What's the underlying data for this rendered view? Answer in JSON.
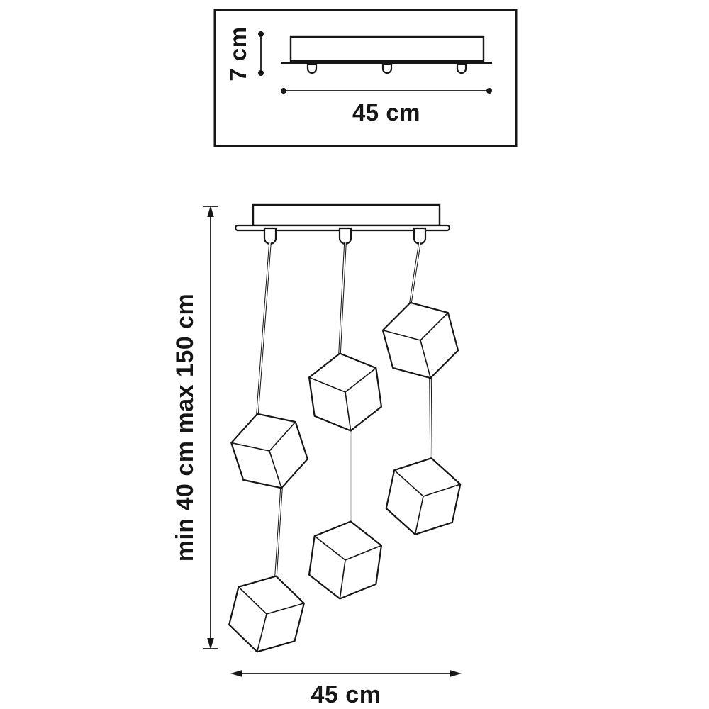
{
  "inset": {
    "height_label": "7 cm",
    "width_label": "45 cm"
  },
  "main": {
    "height_label": "min 40 cm max 150 cm",
    "width_label": "45 cm"
  },
  "colors": {
    "line": "#161616",
    "background": "#ffffff"
  }
}
